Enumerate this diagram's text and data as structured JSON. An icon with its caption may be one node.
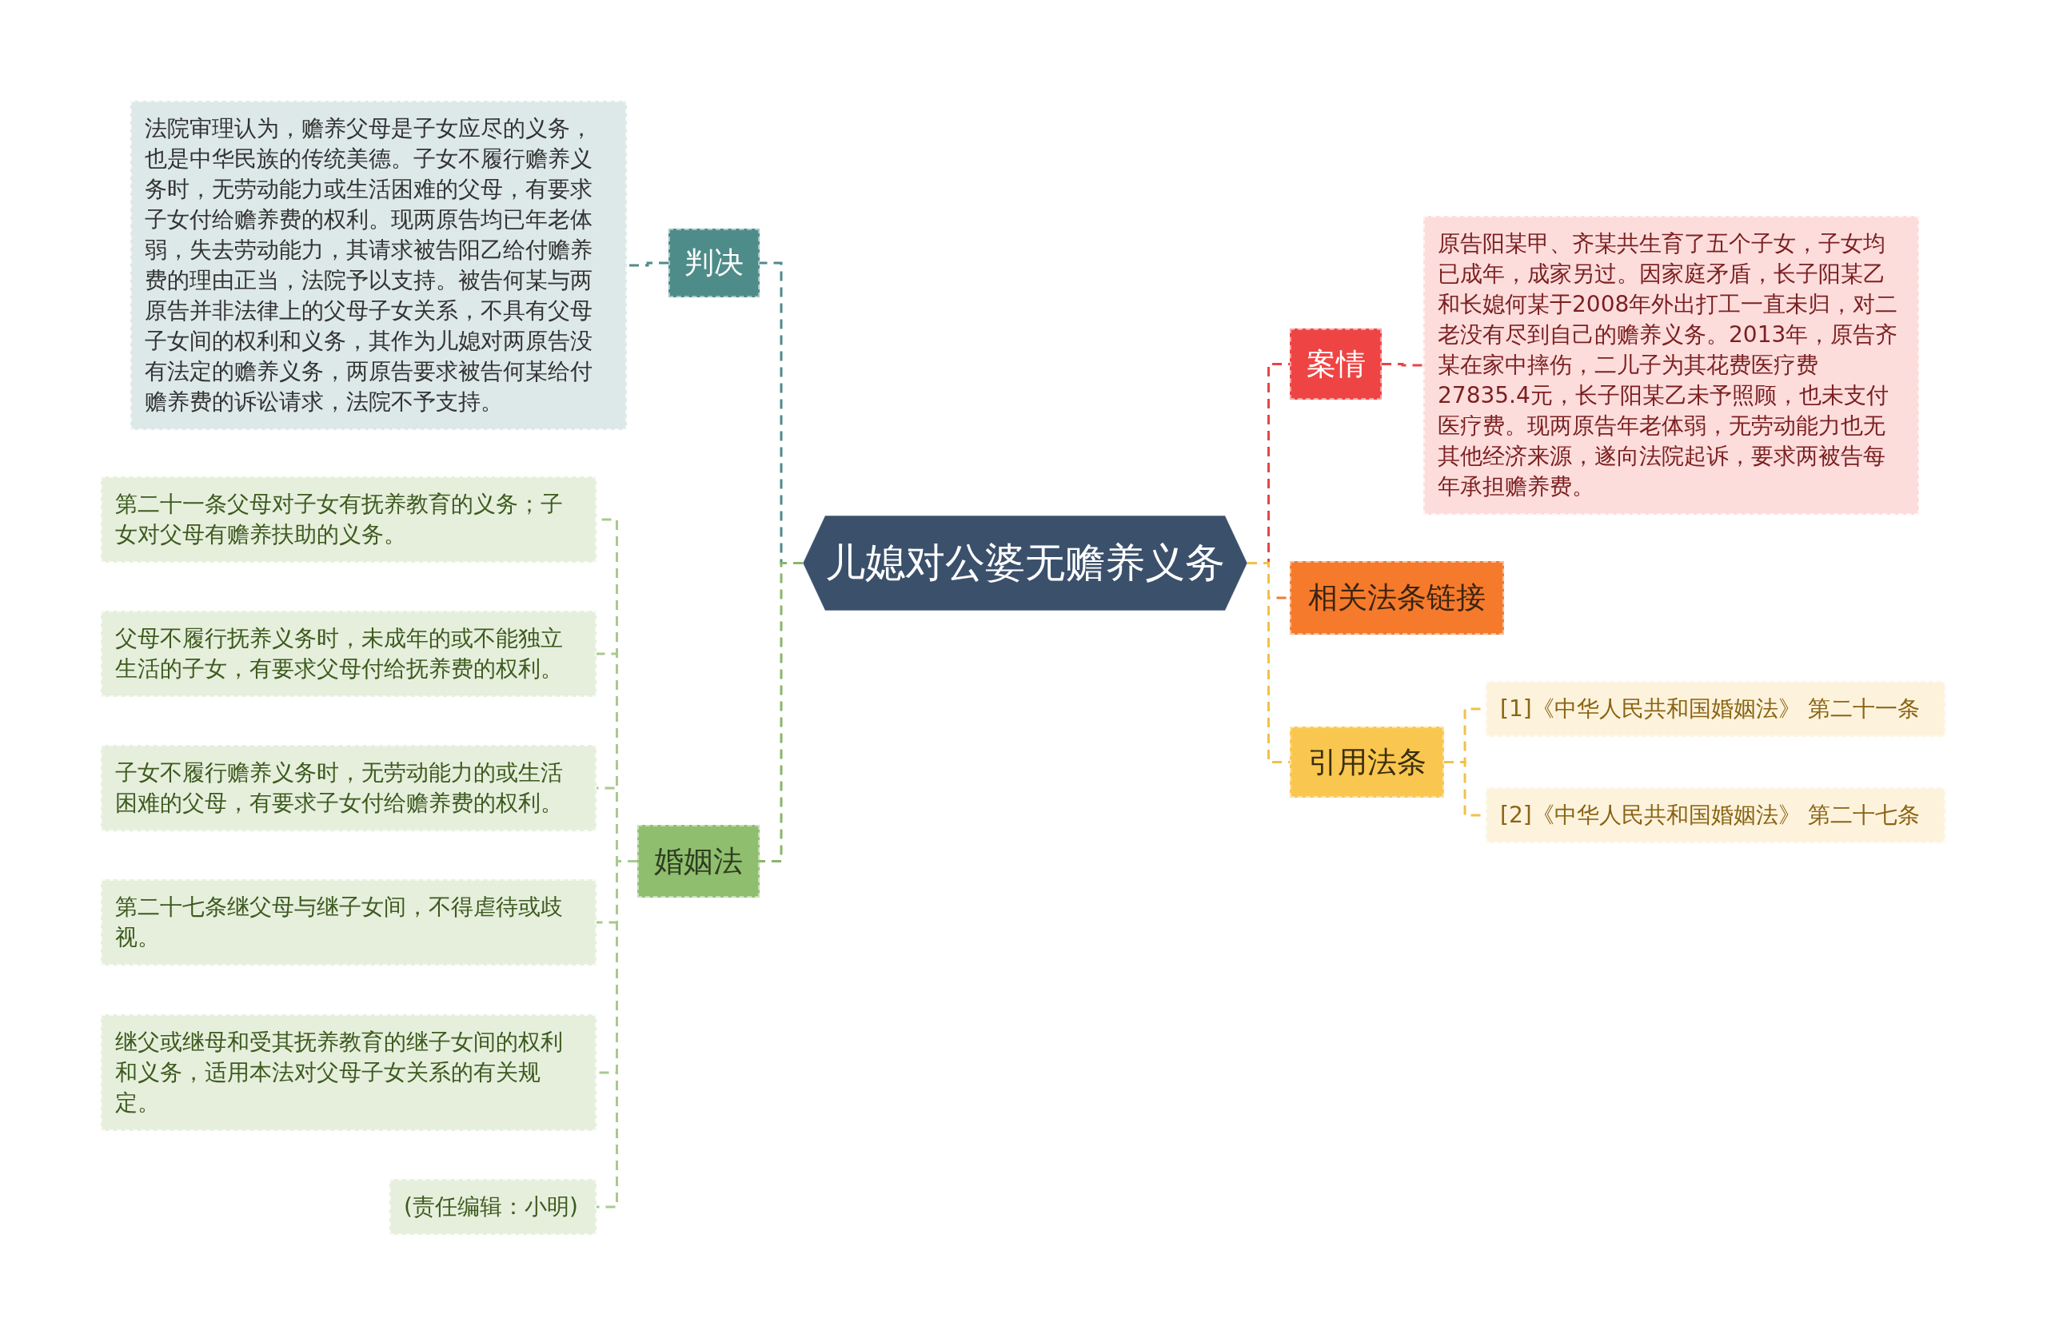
{
  "diagram": {
    "nodes": [
      {
        "text": [
          "儿媳对公婆无赡养义务"
        ]
      },
      {
        "text": [
          "判决"
        ]
      },
      {
        "text": [
          "法院审理认为，赡养父母是子女应尽的义务，也是中华民族的传统美德。子女不履行赡养义务时，无劳动能力或生活困难的父母，有要求子女付给赡养费的权利。现两原告均已年老体弱，失去劳动能力，其请求被告阳乙给付赡养费的理由正当，法院予以支持。被告何某与两原告并非法律上的父母子女关系，不具有父母子女间的权利和义务，其作为儿媳对两原告没有法定的赡养义务，两原告要求被告何某给付赡养费的诉讼请求，法院不予支持。"
        ]
      },
      {
        "text": [
          "婚姻法"
        ]
      },
      {
        "text": [
          "第二十一条父母对子女有抚养教育的义务；子女对父母有赡养扶助的义务。"
        ]
      },
      {
        "text": [
          "父母不履行抚养义务时，未成年的或不能独立生活的子女，有要求父母付给抚养费的权利。"
        ]
      },
      {
        "text": [
          "子女不履行赡养义务时，无劳动能力的或生活困难的父母，有要求子女付给赡养费的权利。"
        ]
      },
      {
        "text": [
          "第二十七条继父母与继子女间，不得虐待或歧视。"
        ]
      },
      {
        "text": [
          "继父或继母和受其抚养教育的继子女间的权利和义务，适用本法对父母子女关系的有关规定。"
        ]
      },
      {
        "text": [
          "(责任编辑：小明)"
        ]
      },
      {
        "text": [
          "案情"
        ]
      },
      {
        "text": [
          "原告阳某甲、齐某共生育了五个子女，子女均已成年，成家另过。因家庭矛盾，长子阳某乙和长媳何某于2008年外出打工一直未归，对二老没有尽到自己的赡养义务。2013年，原告齐某在家中摔伤，二儿子为其花费医疗费27835.4元，长子阳某乙未予照顾，也未支付医疗费。现两原告年老体弱，无劳动能力也无其他经济来源，遂向法院起诉，要求两被告每年承担赡养费。"
        ]
      },
      {
        "text": [
          "相关法条链接"
        ]
      },
      {
        "text": [
          "引用法条"
        ]
      },
      {
        "text": [
          "[1]《中华人民共和国婚姻法》 第二十一条"
        ]
      },
      {
        "text": [
          "[2]《中华人民共和国婚姻法》 第二十七条"
        ]
      }
    ],
    "edges": [
      {
        "from": 0,
        "to": 1,
        "arrow": "none",
        "style": "dashed",
        "color": "#4e8c89"
      },
      {
        "from": 1,
        "to": 2,
        "arrow": "none",
        "style": "dashed",
        "color": "#4e8c89"
      },
      {
        "from": 0,
        "to": 3,
        "arrow": "none",
        "style": "dashed",
        "color": "#8ab56a"
      },
      {
        "from": 3,
        "to": 4,
        "arrow": "none",
        "style": "dashed",
        "color": "#a9c98f"
      },
      {
        "from": 3,
        "to": 5,
        "arrow": "none",
        "style": "dashed",
        "color": "#a9c98f"
      },
      {
        "from": 3,
        "to": 6,
        "arrow": "none",
        "style": "dashed",
        "color": "#a9c98f"
      },
      {
        "from": 3,
        "to": 7,
        "arrow": "none",
        "style": "dashed",
        "color": "#a9c98f"
      },
      {
        "from": 3,
        "to": 8,
        "arrow": "none",
        "style": "dashed",
        "color": "#a9c98f"
      },
      {
        "from": 3,
        "to": 9,
        "arrow": "none",
        "style": "dashed",
        "color": "#a9c98f"
      },
      {
        "from": 0,
        "to": 10,
        "arrow": "none",
        "style": "dashed",
        "color": "#e84545"
      },
      {
        "from": 10,
        "to": 11,
        "arrow": "none",
        "style": "dashed",
        "color": "#e84545"
      },
      {
        "from": 0,
        "to": 12,
        "arrow": "none",
        "style": "dashed",
        "color": "#f27a30"
      },
      {
        "from": 0,
        "to": 13,
        "arrow": "none",
        "style": "dashed",
        "color": "#f0c24a"
      },
      {
        "from": 13,
        "to": 14,
        "arrow": "none",
        "style": "dashed",
        "color": "#f0c24a"
      },
      {
        "from": 13,
        "to": 15,
        "arrow": "none",
        "style": "dashed",
        "color": "#f0c24a"
      }
    ]
  }
}
